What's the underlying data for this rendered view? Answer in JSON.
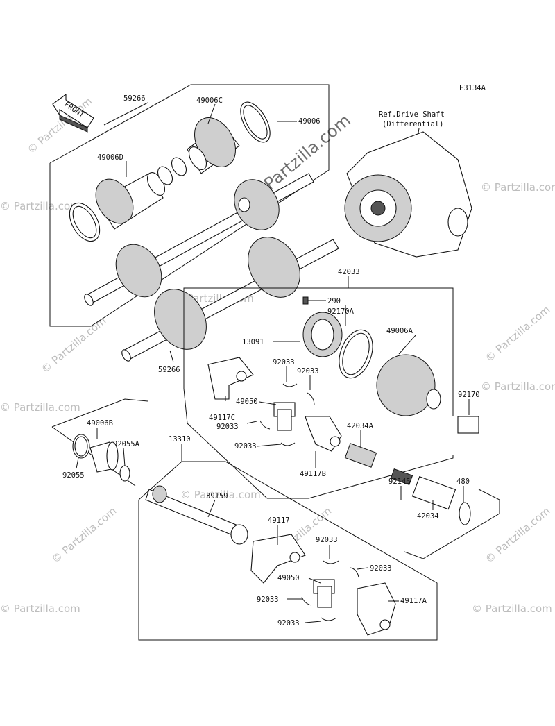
{
  "diagram_code": "E3134A",
  "front_label": "FRONT",
  "ref_title_line1": "Ref.Drive Shaft",
  "ref_title_line2": "(Differential)",
  "watermark_text": "© Partzilla.com",
  "watermark_big": "© Partzilla.com",
  "labels": {
    "p59266_top": "59266",
    "p49006c": "49006C",
    "p49006": "49006",
    "p49006d": "49006D",
    "p59266_bot": "59266",
    "p42033": "42033",
    "p290": "290",
    "p92170a": "92170A",
    "p49006a": "49006A",
    "p13091": "13091",
    "p92033_a": "92033",
    "p92033_b": "92033",
    "p49050_a": "49050",
    "p49117c": "49117C",
    "p92033_c": "92033",
    "p92033_d": "92033",
    "p42034a": "42034A",
    "p92170": "92170",
    "p49117b": "49117B",
    "p49006b": "49006B",
    "p92055a": "92055A",
    "p13310": "13310",
    "p92055": "92055",
    "p39159": "39159",
    "p49117": "49117",
    "p92145": "92145",
    "p480": "480",
    "p42034": "42034",
    "p92033_e": "92033",
    "p92033_f": "92033",
    "p49050_b": "49050",
    "p92033_g": "92033",
    "p49117a": "49117A",
    "p92033_h": "92033"
  }
}
